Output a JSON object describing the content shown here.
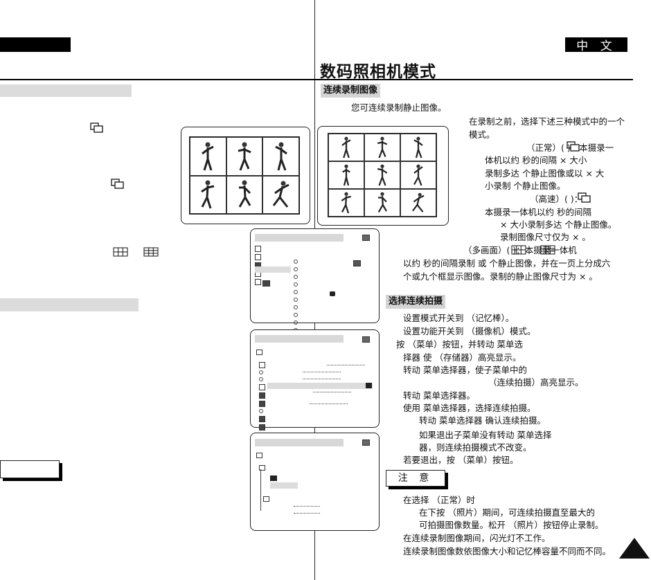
{
  "header": {
    "lang_label": "中 文",
    "page_title": "数码照相机模式"
  },
  "sections": {
    "continuous_title": "连续录制图像",
    "select_title": "选择连续拍摄"
  },
  "intro": "您可连续录制静止图像。",
  "modes_text": [
    "在录制之前，选择下述三种模式中的一个",
    "模式。",
    "（正常）(      )：本摄录一",
    "体机以约    秒的间隔      ×     大小",
    "录制多达 个静止图像或以      ×     大",
    "小录制 个静止图像。",
    "（高速）(      )：",
    "本摄录一体机以约     秒的间隔",
    "×     大小录制多达  个静止图像。",
    "录制图像尺寸仅为     ×     。",
    "（多画面）(            )：本摄录一体机",
    "以约    秒的间隔录制 或 个静止图像，并在一页上分成六",
    "个或九个框显示图像。录制的静止图像尺寸为     ×     。"
  ],
  "steps": [
    "设置模式开关到                          （记忆棒）。",
    "设置功能开关到        （摄像机）模式。",
    "按          （菜单）按钮，并转动                          菜单选",
    "择器 使             （存储器）高亮显示。",
    "转动                          菜单选择器，使子菜单中的",
    "（连续拍摄）高亮显示。",
    "转动                          菜单选择器。",
    "使用                          菜单选择器，选择连续拍摄。",
    "转动                          菜单选择器 确认连续拍摄。",
    "如果退出子菜单没有转动                          菜单选择",
    "器，则连续拍摄模式不改变。",
    "若要退出，按          （菜单）按钮。"
  ],
  "note": {
    "label": "注 意",
    "lines": [
      "在选择              （正常）时",
      "在下按          （照片）期间，可连续拍摄直至最大的",
      "可拍摄图像数量。松开          （照片）按钮停止录制。",
      "在连续录制图像期间，闪光灯不工作。",
      "连续录制图像数依图像大小和记忆棒容量不同而不同。"
    ]
  },
  "icons": {
    "triangle": "page-triangle-icon",
    "figure": "baseball-player-icon"
  }
}
